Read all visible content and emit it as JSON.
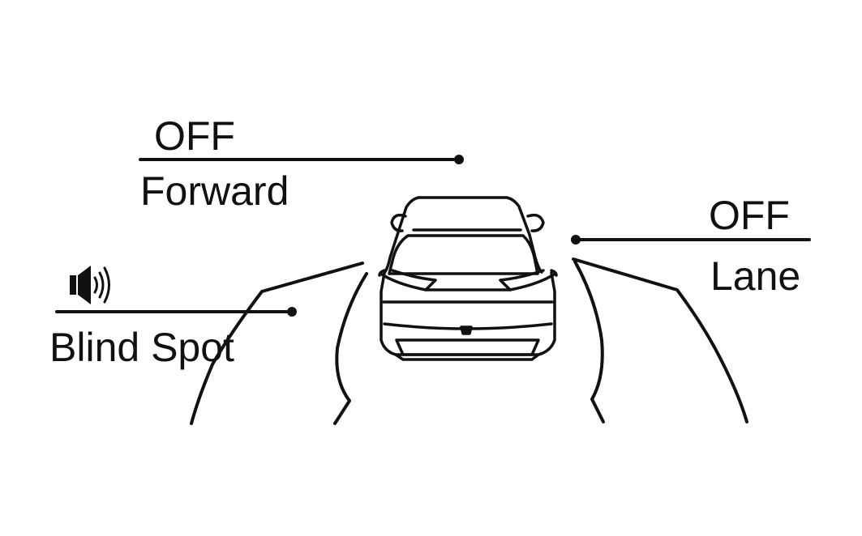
{
  "forward": {
    "status": "OFF",
    "label": "Forward"
  },
  "lane": {
    "status": "OFF",
    "label": "Lane"
  },
  "blind_spot": {
    "label": "Blind Spot",
    "status_icon": "speaker-sound-icon"
  },
  "colors": {
    "ink": "#111111",
    "background": "#ffffff"
  }
}
